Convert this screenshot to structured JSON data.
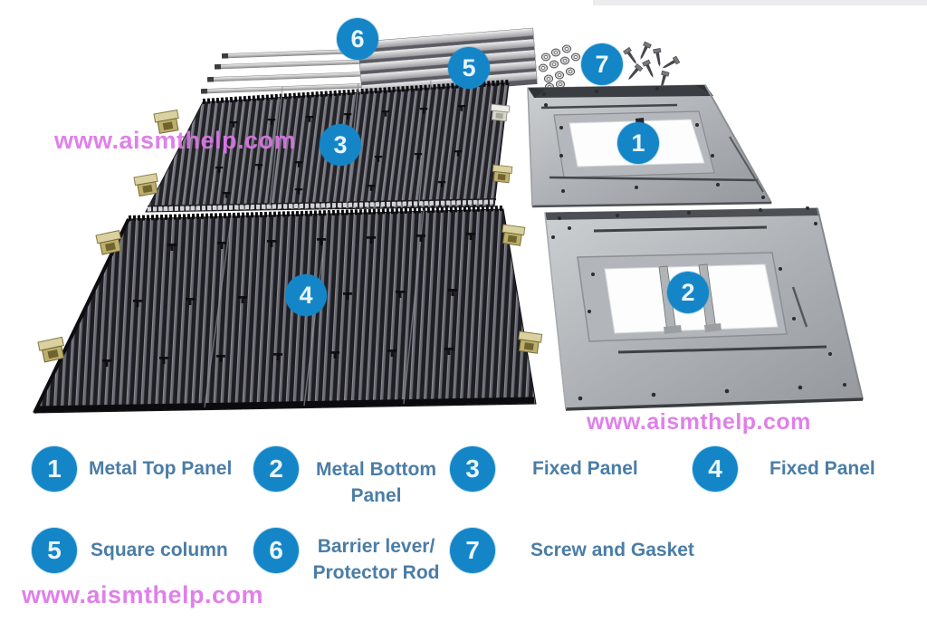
{
  "watermark": {
    "text": "www.aismthelp.com"
  },
  "callouts": [
    "1",
    "2",
    "3",
    "4",
    "5",
    "6",
    "7"
  ],
  "legend": {
    "items": [
      {
        "num": "1",
        "label": "Metal Top Panel"
      },
      {
        "num": "2",
        "label": "Metal Bottom Panel"
      },
      {
        "num": "3",
        "label": "Fixed Panel"
      },
      {
        "num": "4",
        "label": "Fixed Panel"
      },
      {
        "num": "5",
        "label": "Square column"
      },
      {
        "num": "6",
        "label": "Barrier lever/ Protector Rod"
      },
      {
        "num": "7",
        "label": "Screw and Gasket"
      }
    ]
  },
  "parts": [
    {
      "id": "1",
      "icon": "metal-top-panel"
    },
    {
      "id": "2",
      "icon": "metal-bottom-panel"
    },
    {
      "id": "3",
      "icon": "fixed-panel-top"
    },
    {
      "id": "4",
      "icon": "fixed-panel-bottom"
    },
    {
      "id": "5",
      "icon": "square-columns"
    },
    {
      "id": "6",
      "icon": "barrier-rods"
    },
    {
      "id": "7",
      "icon": "screws-and-gaskets"
    }
  ],
  "colors": {
    "badge_blue": "#1486c8",
    "label_blue": "#4a7da6",
    "watermark_pink": "#dd76e8"
  }
}
